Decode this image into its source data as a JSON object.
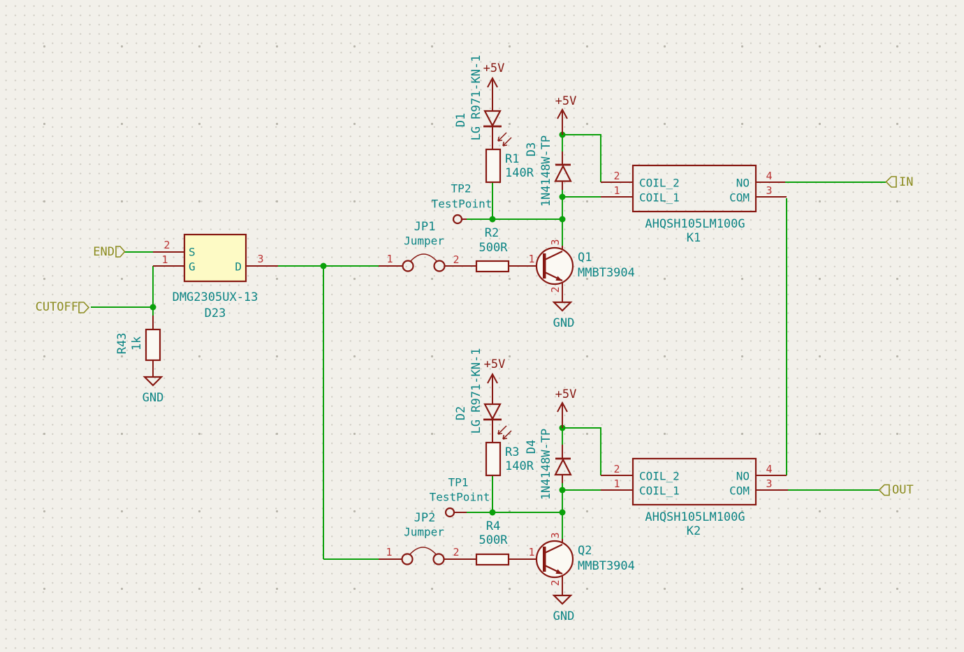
{
  "colors": {
    "background": "#F2F0EA",
    "wire_green": "#0AA00A",
    "symbol_maroon": "#871812",
    "pin_number_red": "#BB3333",
    "field_teal": "#0C8484",
    "hier_label_olive": "#8C8C20",
    "mosfet_body_fill": "#FDFAC5"
  },
  "hier_labels": {
    "end": "END",
    "cutoff": "CUTOFF",
    "in": "IN",
    "out": "OUT"
  },
  "power": {
    "plus5v": "+5V",
    "gnd": "GND"
  },
  "mosfet": {
    "value": "DMG2305UX-13",
    "ref": "D23",
    "pin_s": "S",
    "pin_g": "G",
    "pin_d": "D",
    "num_s": "2",
    "num_g": "1",
    "num_d": "3"
  },
  "r43": {
    "ref": "R43",
    "value": "1k"
  },
  "d1": {
    "ref": "D1",
    "value": "LG R971-KN-1"
  },
  "d2": {
    "ref": "D2",
    "value": "LG R971-KN-1"
  },
  "d3": {
    "ref": "D3",
    "value": "1N4148W-TP"
  },
  "d4": {
    "ref": "D4",
    "value": "1N4148W-TP"
  },
  "r1": {
    "ref": "R1",
    "value": "140R"
  },
  "r2": {
    "ref": "R2",
    "value": "500R"
  },
  "r3": {
    "ref": "R3",
    "value": "140R"
  },
  "r4": {
    "ref": "R4",
    "value": "500R"
  },
  "tp1": {
    "ref": "TP1",
    "value": "TestPoint"
  },
  "tp2": {
    "ref": "TP2",
    "value": "TestPoint"
  },
  "jp1": {
    "ref": "JP1",
    "value": "Jumper",
    "num1": "1",
    "num2": "2"
  },
  "jp2": {
    "ref": "JP2",
    "value": "Jumper",
    "num1": "1",
    "num2": "2"
  },
  "q1": {
    "ref": "Q1",
    "value": "MMBT3904",
    "num_b": "1",
    "num_e": "2",
    "num_c": "3"
  },
  "q2": {
    "ref": "Q2",
    "value": "MMBT3904",
    "num_b": "1",
    "num_e": "2",
    "num_c": "3"
  },
  "k1": {
    "ref": "K1",
    "value": "AHQSH105LM100G",
    "pin_coil2": "COIL_2",
    "pin_coil1": "COIL_1",
    "pin_no": "NO",
    "pin_com": "COM",
    "num2": "2",
    "num1": "1",
    "num4": "4",
    "num3": "3"
  },
  "k2": {
    "ref": "K2",
    "value": "AHQSH105LM100G",
    "pin_coil2": "COIL_2",
    "pin_coil1": "COIL_1",
    "pin_no": "NO",
    "pin_com": "COM",
    "num2": "2",
    "num1": "1",
    "num4": "4",
    "num3": "3"
  }
}
